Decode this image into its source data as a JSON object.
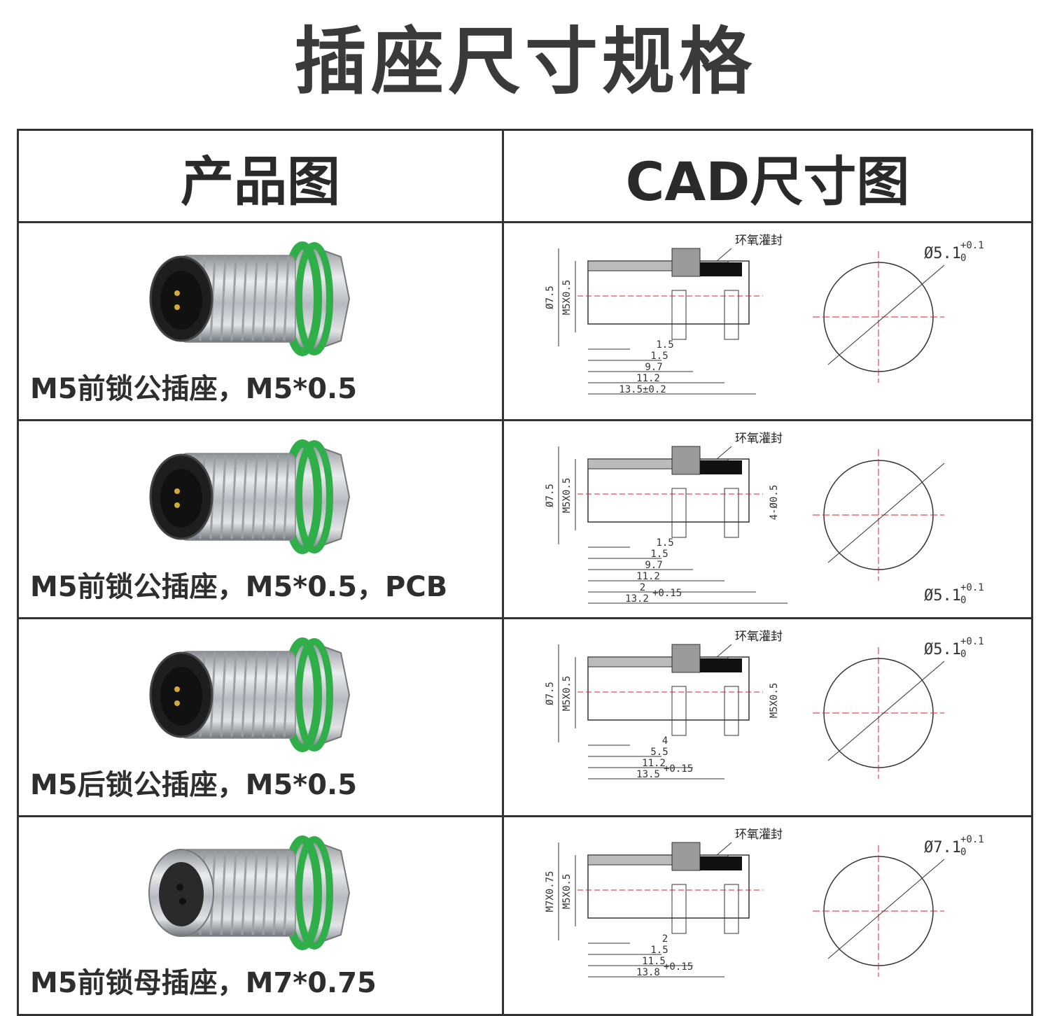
{
  "title": "插座尺寸规格",
  "headers": {
    "product": "产品图",
    "cad": "CAD尺寸图"
  },
  "rows": [
    {
      "caption": "M5前锁公插座，M5*0.5",
      "connector": "male",
      "cad": {
        "epoxy_label": "环氧灌封",
        "outer_dia": "Ø7.5",
        "thread": "M5X0.5",
        "dims": [
          "1.5",
          "1.5",
          "9.7",
          "11.2",
          "13.5±0.2"
        ],
        "hole_dia": "Ø5.1",
        "hole_tol": "+0.1",
        "hole_tol_low": "0"
      }
    },
    {
      "caption": "M5前锁公插座，M5*0.5，PCB",
      "connector": "male",
      "cad": {
        "epoxy_label": "环氧灌封",
        "outer_dia": "Ø7.5",
        "thread": "M5X0.5",
        "pin_dia": "4-Ø0.5",
        "dims": [
          "1.5",
          "1.5",
          "9.7",
          "11.2",
          "2",
          "13.2"
        ],
        "dims_tol": "+0.15",
        "hole_dia": "Ø5.1",
        "hole_tol": "+0.1",
        "hole_tol_low": "0"
      }
    },
    {
      "caption": "M5后锁公插座，M5*0.5",
      "connector": "male",
      "cad": {
        "epoxy_label": "环氧灌封",
        "outer_dia": "Ø7.5",
        "thread": "M5X0.5",
        "thread_right": "M5X0.5",
        "dims": [
          "4",
          "5.5",
          "11.2",
          "13.5"
        ],
        "dims_tol": "+0.15",
        "hole_dia": "Ø5.1",
        "hole_tol": "+0.1",
        "hole_tol_low": "0"
      }
    },
    {
      "caption": "M5前锁母插座，M7*0.75",
      "connector": "female",
      "cad": {
        "epoxy_label": "环氧灌封",
        "outer_dia": "M7X0.75",
        "thread": "M5X0.5",
        "dims": [
          "2",
          "1.5",
          "11.5",
          "13.8"
        ],
        "dims_tol": "+0.15",
        "hole_dia": "Ø7.1",
        "hole_tol": "+0.1",
        "hole_tol_low": "0"
      }
    }
  ]
}
